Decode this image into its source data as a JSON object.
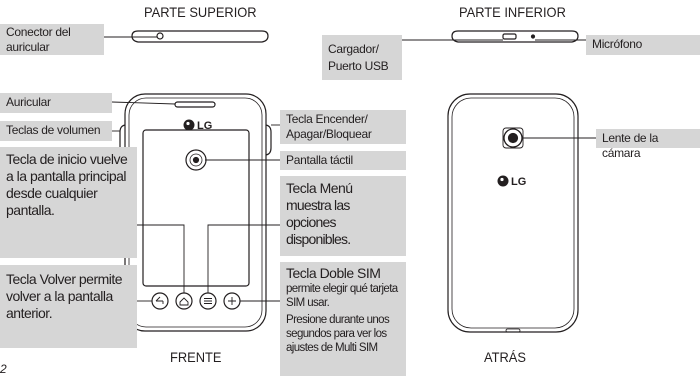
{
  "headings": {
    "top": "PARTE SUPERIOR",
    "bottom": "PARTE INFERIOR",
    "front": "FRENTE",
    "back": "ATRÁS"
  },
  "labels": {
    "headset": "Conector del auricular",
    "charger": "Cargador/ Puerto USB",
    "mic": "Micrófono",
    "earpiece": "Auricular",
    "volume": "Teclas de volumen",
    "power": "Tecla Encender/ Apagar/Bloquear",
    "touch": "Pantalla táctil",
    "camera": "Lente de la cámara",
    "home": "Tecla de inicio vuelve a la pantalla principal desde cualquier pantalla.",
    "menu_title": "Tecla Menú",
    "menu_desc": "muestra las opciones disponibles.",
    "back_key": "Tecla Volver permite volver a la pantalla anterior.",
    "dualsim_title": "Tecla Doble SIM",
    "dualsim_desc1": "permite elegir qué tarjeta SIM usar.",
    "dualsim_desc2": "Presione durante unos segundos para ver los ajustes de Multi SIM"
  },
  "logo_text": "LG",
  "page_number": "2"
}
